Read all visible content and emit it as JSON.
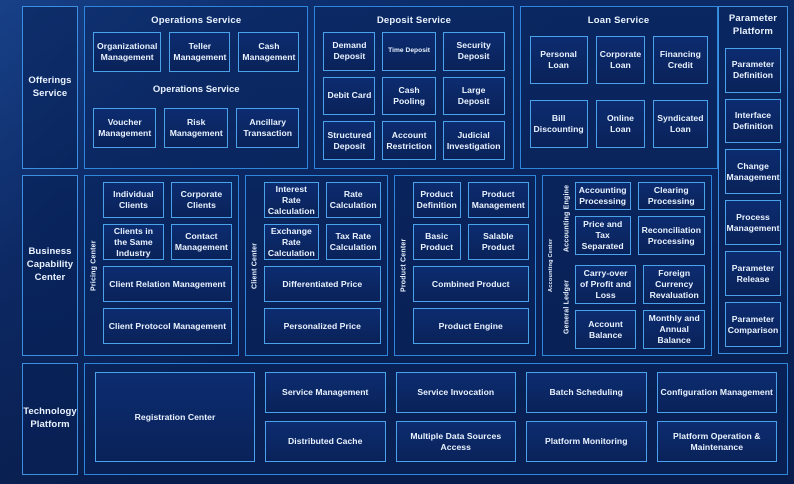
{
  "rows": {
    "offerings": {
      "lane_label": "Offerings Service",
      "groups": [
        {
          "title": "Operations Service",
          "stray_label": "Operations Service",
          "row1": [
            "Organizational Management",
            "Teller Management",
            "Cash Management"
          ],
          "row2": [
            "Voucher Management",
            "Risk Management",
            "Ancillary Transaction"
          ]
        },
        {
          "title": "Deposit Service",
          "cells": [
            "Demand Deposit",
            "Time Deposit",
            "Security Deposit",
            "Debit Card",
            "Cash Pooling",
            "Large Deposit",
            "Structured Deposit",
            "Account Restriction",
            "Judicial Investigation"
          ],
          "small_cells": [
            "Time Deposit"
          ]
        },
        {
          "title": "Loan Service",
          "cells": [
            "Personal Loan",
            "Corporate Loan",
            "Financing Credit",
            "Bill Discounting",
            "Online Loan",
            "Syndicated Loan"
          ]
        }
      ]
    },
    "capability": {
      "lane_label": "Business Capability Center",
      "columns": [
        {
          "vlabel": "Pricing Center",
          "pairs": [
            "Individual Clients",
            "Corporate Clients",
            "Clients in the Same Industry",
            "Contact Management"
          ],
          "wide": [
            "Client Relation Management",
            "Client Protocol Management"
          ]
        },
        {
          "vlabel": "Client Center",
          "pairs": [
            "Interest Rate Calculation",
            "Rate Calculation",
            "Exchange Rate Calculation",
            "Tax Rate Calculation"
          ],
          "wide": [
            "Differentiated Price",
            "Personalized Price"
          ]
        },
        {
          "vlabel": "Product Center",
          "pairs": [
            "Product Definition",
            "Product Management",
            "Basic Product",
            "Salable Product"
          ],
          "wide": [
            "Combined Product",
            "Product Engine"
          ]
        },
        {
          "vlabel": "Accounting Center",
          "sub": [
            {
              "vlabel": "Accounting Engine",
              "cells": [
                "Accounting Processing",
                "Clearing Processing",
                "Price and Tax Separated",
                "Reconciliation Processing"
              ]
            },
            {
              "vlabel": "General Ledger",
              "cells": [
                "Carry-over of Profit and Loss",
                "Foreign Currency Revaluation",
                "Account Balance",
                "Monthly and Annual Balance"
              ]
            }
          ]
        }
      ]
    },
    "technology": {
      "lane_label": "Technology Platform",
      "registration": "Registration Center",
      "cells": [
        "Service Management",
        "Service Invocation",
        "Batch Scheduling",
        "Configuration Management",
        "Distributed Cache",
        "Multiple Data Sources Access",
        "Platform Monitoring",
        "Platform Operation & Maintenance"
      ]
    }
  },
  "parameter_platform": {
    "title_line1": "Parameter",
    "title_line2": "Platform",
    "items": [
      "Parameter Definition",
      "Interface Definition",
      "Change Management",
      "Process Management",
      "Parameter Release",
      "Parameter Comparison"
    ]
  },
  "colors": {
    "background": "#0a2258",
    "cell_border": "#4aa3ea",
    "group_border": "#2f86dd",
    "text": "#eaf3ff"
  }
}
